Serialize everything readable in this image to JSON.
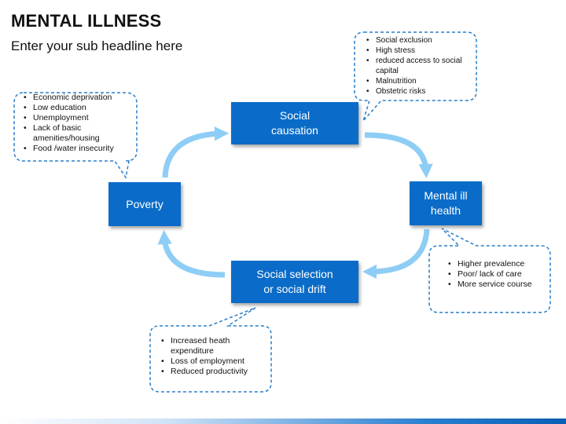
{
  "title": "MENTAL ILLNESS",
  "subtitle": "Enter your sub headline here",
  "nodes": {
    "social_causation": "Social\ncausation",
    "mental_ill_health": "Mental ill\nhealth",
    "poverty": "Poverty",
    "social_selection": "Social selection\nor social drift"
  },
  "callouts": {
    "left": [
      "Economic deprivation",
      "Low education",
      "Unemployment",
      "Lack of basic amenities/housing",
      "Food /water insecurity"
    ],
    "top": [
      "Social exclusion",
      "High stress",
      "reduced access to social capital",
      "Malnutrition",
      "Obstetric risks"
    ],
    "right": [
      "Higher prevalence",
      "Poor/ lack of care",
      "More service course"
    ],
    "bottom": [
      "Increased heath expenditure",
      "Loss of employment",
      "Reduced productivity"
    ]
  },
  "colors": {
    "box": "#0a6cc8",
    "arrow": "#8ecdf5",
    "callout_border": "#2a7fc9"
  }
}
